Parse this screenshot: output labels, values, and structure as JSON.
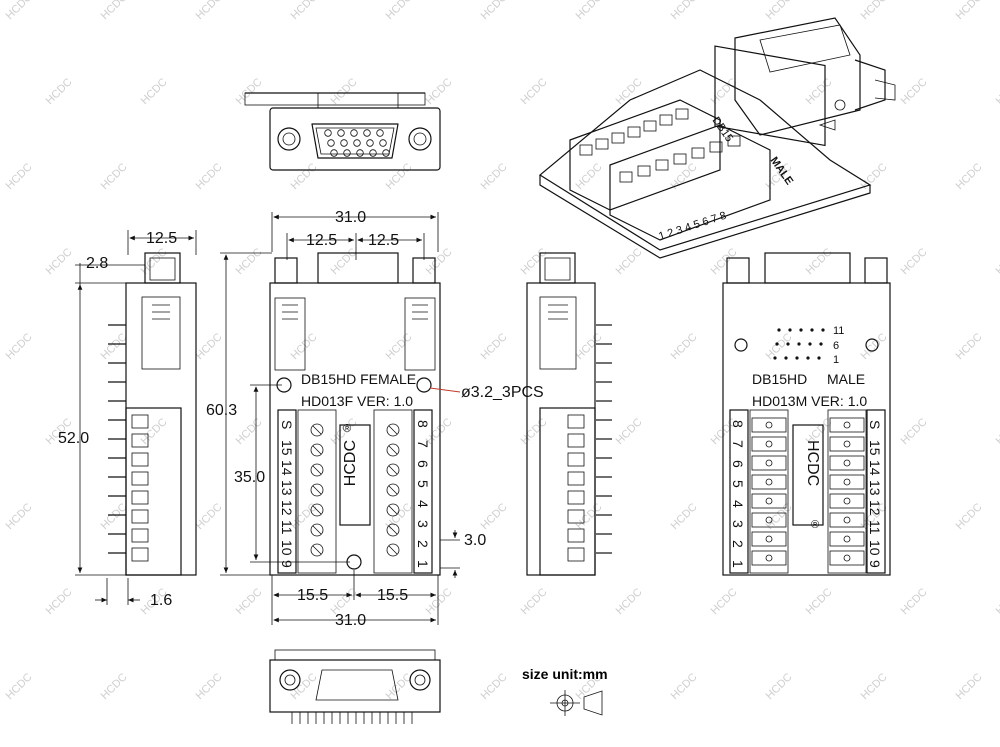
{
  "watermark": "HCDC",
  "dimensions": {
    "top_width": "31.0",
    "bottom_width": "31.0",
    "left_half": "12.5",
    "right_half": "12.5",
    "side_width": "12.5",
    "side_offset": "2.8",
    "overall_height": "60.3",
    "side_height": "52.0",
    "terminal_height": "35.0",
    "bottom_left": "15.5",
    "bottom_right": "15.5",
    "pitch": "3.0",
    "pin_offset": "1.6",
    "hole": "ø3.2_3PCS"
  },
  "female": {
    "title": "DB15HD FEMALE",
    "version": "HD013F VER: 1.0",
    "left_pins": [
      "S",
      "15",
      "14",
      "13",
      "12",
      "11",
      "10",
      "9"
    ],
    "right_pins": [
      "8",
      "7",
      "6",
      "5",
      "4",
      "3",
      "2",
      "1"
    ]
  },
  "male": {
    "title": "DB15HD",
    "gender": "MALE",
    "version": "HD013M VER: 1.0",
    "left_pins": [
      "8",
      "7",
      "6",
      "5",
      "4",
      "3",
      "2",
      "1"
    ],
    "right_pins": [
      "S",
      "15",
      "14",
      "13",
      "12",
      "11",
      "10",
      "9"
    ],
    "pin_labels": [
      "11",
      "6",
      "1"
    ]
  },
  "brand": "HCDC",
  "registered": "®",
  "iso_view": {
    "label_db15": "DB15",
    "label_male": "MALE",
    "terminal_numbers": [
      "1",
      "2",
      "3",
      "4",
      "5",
      "6",
      "7",
      "8"
    ]
  },
  "size_unit": "size unit:mm"
}
